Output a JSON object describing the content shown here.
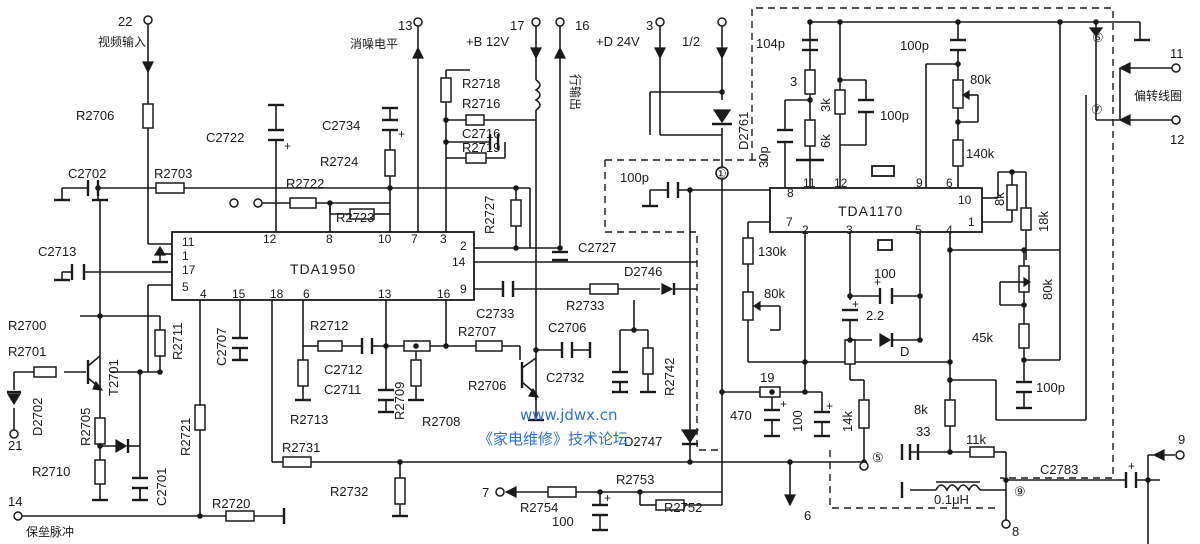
{
  "watermark": {
    "url": "www.jdwx.cn",
    "forum": "《家电维修》技术论坛"
  },
  "ics": {
    "left": "TDA1950",
    "right": "TDA1170"
  },
  "terminals": {
    "t22": "22",
    "video_in": "视频输入",
    "t13": "13",
    "mute_level": "消噪电平",
    "t17": "17",
    "plus_b": "+B 12V",
    "t16": "16",
    "h_out": "行输出",
    "t3": "3",
    "plus_d": "+D 24V",
    "half": "1/2",
    "t11": "11",
    "deflect": "偏转线圈",
    "t12": "12",
    "t21": "21",
    "t14": "14",
    "blank": "保垒脉冲",
    "t7": "7",
    "t6": "6",
    "t8": "8",
    "t9": "9",
    "t9b": "9"
  },
  "circled": {
    "c1": "①",
    "c5": "⑤",
    "c6": "⑥",
    "c7": "⑦",
    "c9": "⑨"
  },
  "pins_1950": {
    "p11": "11",
    "p1": "1",
    "p17": "17",
    "p5": "5",
    "p4": "4",
    "p15": "15",
    "p18": "18",
    "p6": "6",
    "p13": "13",
    "p16": "16",
    "p12": "12",
    "p8": "8",
    "p10": "10",
    "p7": "7",
    "p3": "3",
    "p2": "2",
    "p14": "14",
    "p9": "9"
  },
  "pins_1170": {
    "p8": "8",
    "p11": "11",
    "p12": "12",
    "p9": "9",
    "p6": "6",
    "p10": "10",
    "p7": "7",
    "p2": "2",
    "p3": "3",
    "p5": "5",
    "p4": "4",
    "p1": "1"
  },
  "components": {
    "R2706": "R2706",
    "C2722": "C2722",
    "C2734": "C2734",
    "R2724": "R2724",
    "R2718": "R2718",
    "R2716": "R2716",
    "C2716": "C2716",
    "R2719": "R2719",
    "C2702": "C2702",
    "R2703": "R2703",
    "R2722": "R2722",
    "R2723": "R2723",
    "R2727": "R2727",
    "C2727": "C2727",
    "D2746": "D2746",
    "C2713": "C2713",
    "C2733": "C2733",
    "R2733": "R2733",
    "R2700": "R2700",
    "R2701": "R2701",
    "T2701": "T2701",
    "R2711": "R2711",
    "D2702": "D2702",
    "R2705": "R2705",
    "R2710": "R2710",
    "C2701": "C2701",
    "C2707": "C2707",
    "R2721": "R2721",
    "R2712": "R2712",
    "R2707": "R2707",
    "C2706": "C2706",
    "C2712": "C2712",
    "C2711": "C2711",
    "R2709": "R2709",
    "R2713": "R2713",
    "R2708": "R2708",
    "R2706b": "R2706",
    "C2732": "C2732",
    "R2742": "R2742",
    "D2747": "D2747",
    "R2731": "R2731",
    "R2732": "R2732",
    "R2720": "R2720",
    "R2754": "R2754",
    "R2753": "R2753",
    "R2752": "R2752",
    "cap100b": "100",
    "D2761": "D2761",
    "C30p": "30p",
    "C104p": "104p",
    "r3": "3",
    "r3k": "3k",
    "r6k": "6k",
    "C100p_a": "100p",
    "C100p_b": "100p",
    "C100p_c": "100p",
    "C100p_d": "100p",
    "r80k_a": "80k",
    "r140k": "140k",
    "r8k_a": "8k",
    "r18k": "18k",
    "r130k": "130k",
    "r80k_b": "80k",
    "C100_a": "100",
    "C2_2": "2.2",
    "D": "D",
    "r80k_c": "80k",
    "r45k": "45k",
    "r19": "19",
    "C470": "470",
    "C100_b": "100",
    "r14k": "14k",
    "r8k_b": "8k",
    "C33": "33",
    "r11k": "11k",
    "L01": "0.1μH",
    "C2783": "C2783"
  }
}
